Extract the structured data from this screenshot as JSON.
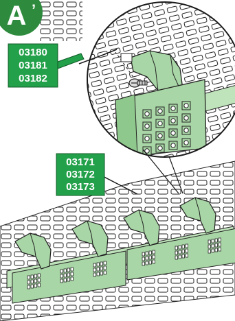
{
  "badge": {
    "letter": "A",
    "color": "#2e8b3e"
  },
  "colors": {
    "part_fill": "#a9d6a6",
    "part_dark": "#7fbf7f",
    "outline": "#1a1a1a",
    "grid_fill": "#ffffff",
    "label_bg": "#23a04a"
  },
  "callouts": {
    "top": {
      "codes": [
        "03180",
        "03181",
        "03182"
      ]
    },
    "bottom": {
      "codes": [
        "03171",
        "03172",
        "03173"
      ]
    }
  },
  "icons": {
    "badge": "letter-badge-icon",
    "screw": "screw-icon",
    "clip": "mounting-clip-icon",
    "terminal_block": "terminal-block-icon",
    "mesh": "perforated-mesh-icon"
  }
}
